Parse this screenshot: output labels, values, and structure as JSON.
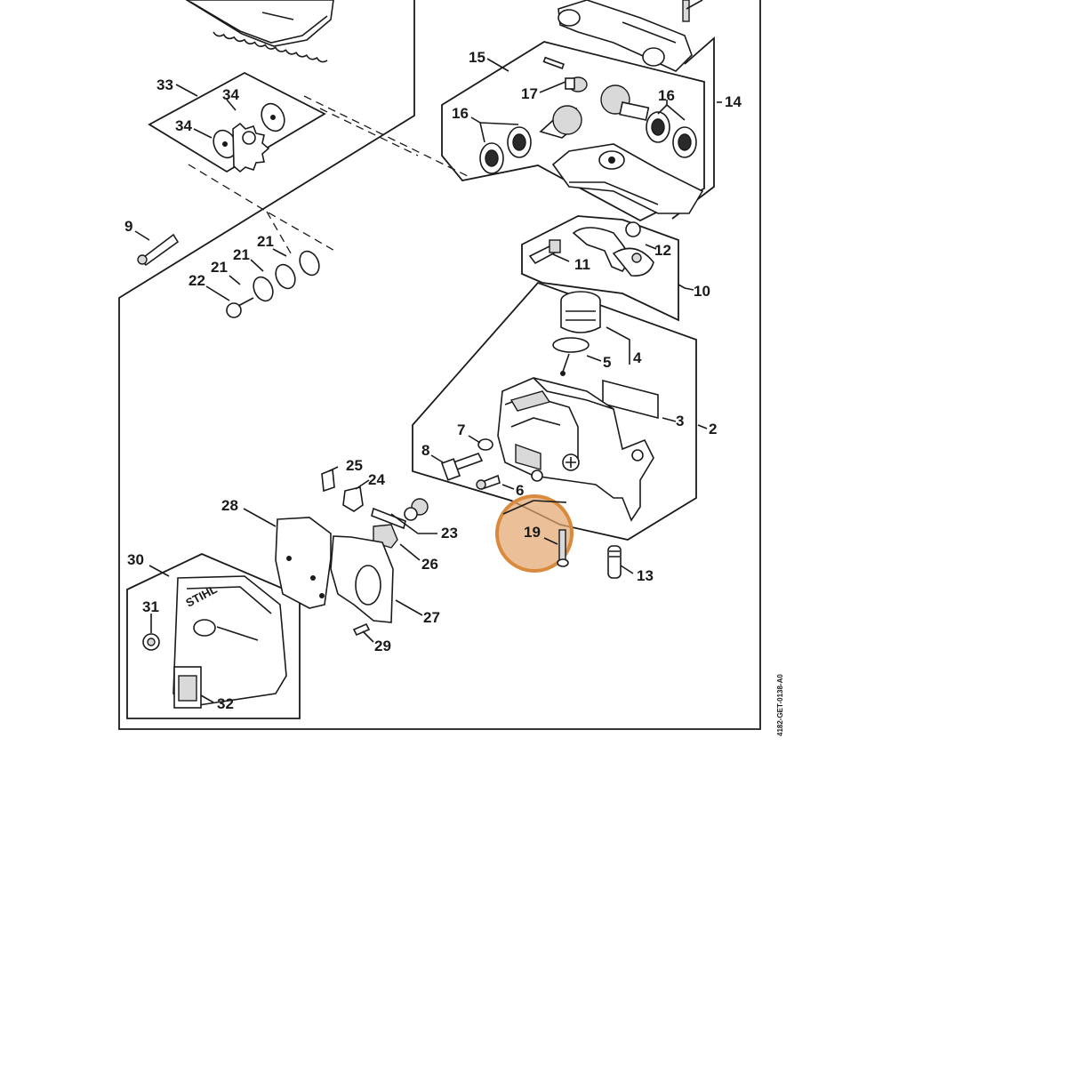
{
  "diagram": {
    "drawing_code": "4182-GET-0138-A0",
    "brand_logo_text": "STIHL",
    "highlight": {
      "part": "19",
      "color": "#e3a870",
      "ring_color": "#d98a3c"
    },
    "part_labels": [
      "2",
      "3",
      "4",
      "5",
      "6",
      "7",
      "8",
      "9",
      "10",
      "11",
      "12",
      "13",
      "14",
      "15",
      "16",
      "16",
      "17",
      "19",
      "21",
      "21",
      "21",
      "22",
      "23",
      "24",
      "25",
      "26",
      "27",
      "28",
      "29",
      "30",
      "31",
      "32",
      "33",
      "34",
      "34"
    ]
  }
}
